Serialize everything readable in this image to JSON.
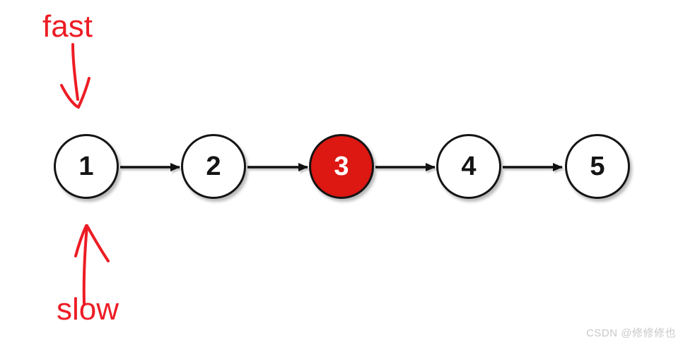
{
  "diagram": {
    "type": "linked-list",
    "nodes": [
      {
        "value": "1",
        "highlighted": false
      },
      {
        "value": "2",
        "highlighted": false
      },
      {
        "value": "3",
        "highlighted": true
      },
      {
        "value": "4",
        "highlighted": false
      },
      {
        "value": "5",
        "highlighted": false
      }
    ],
    "node_fill": "#ffffff",
    "node_border": "#141414",
    "highlight_color": "#dd1712",
    "connector_color": "#111111"
  },
  "annotations": {
    "fast_label": "fast",
    "slow_label": "slow",
    "color": "#ed1c24"
  },
  "watermark": {
    "text": "CSDN @修修修也",
    "color": "#c9c9c9"
  }
}
